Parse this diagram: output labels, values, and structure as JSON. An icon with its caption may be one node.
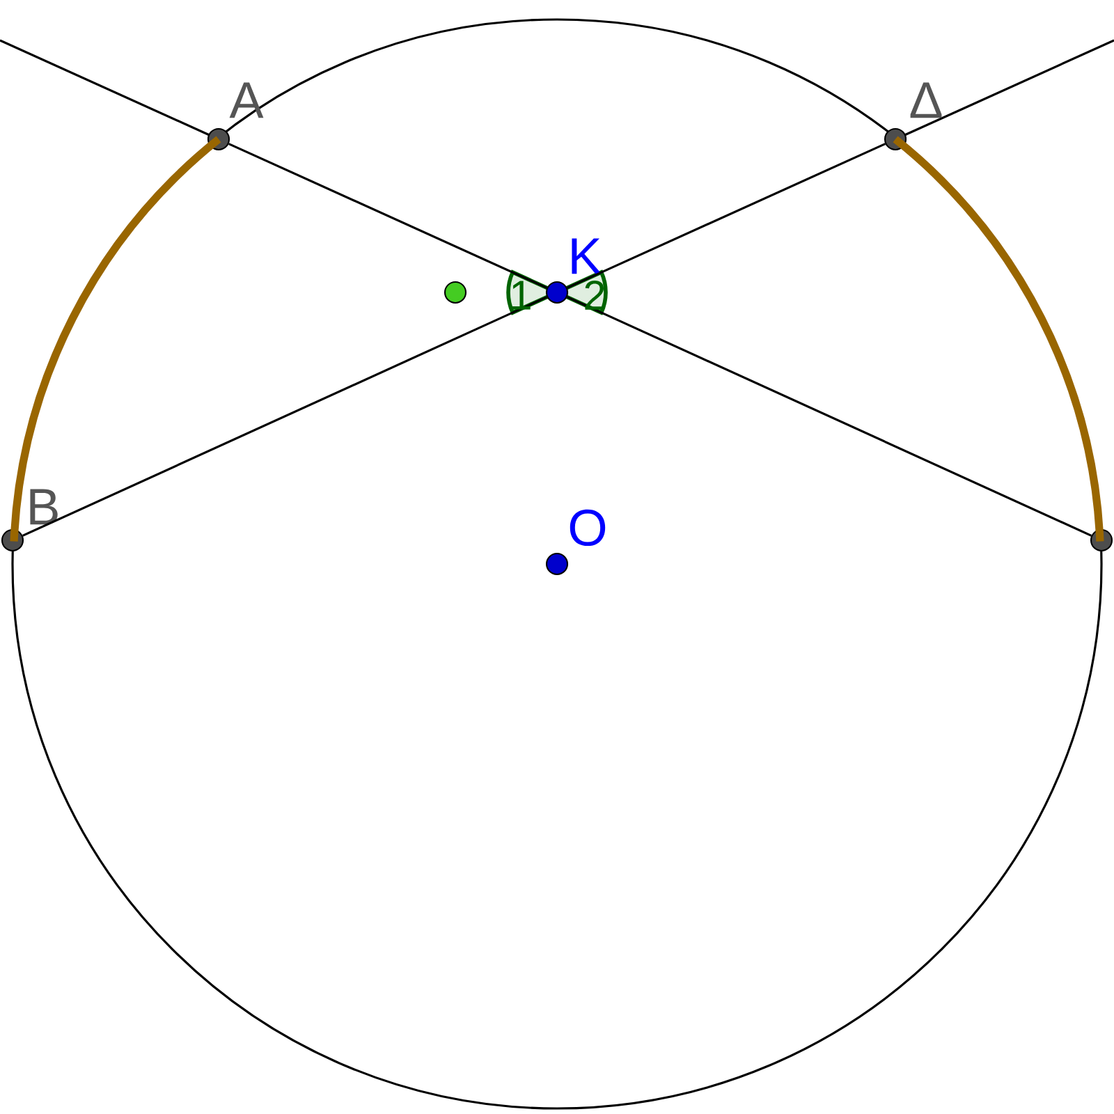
{
  "diagram": {
    "nodes": [
      {
        "text": [
          "A"
        ]
      },
      {
        "text": [
          "Δ"
        ]
      },
      {
        "text": [
          "K"
        ]
      },
      {
        "text": [
          "B"
        ]
      },
      {
        "text": [
          "O"
        ]
      },
      {
        "text": [],
        "shape": "circle"
      },
      {
        "text": [],
        "shape": "circle"
      }
    ],
    "edges": [
      {
        "from": 0,
        "to": 2,
        "arrow": "none"
      },
      {
        "from": 2,
        "to": 5,
        "arrow": "none"
      },
      {
        "from": 3,
        "to": 2,
        "arrow": "none"
      },
      {
        "from": 2,
        "to": 1,
        "arrow": "none"
      },
      {
        "from": 0,
        "to": 3,
        "arrow": "none",
        "style": "thick",
        "color": "#996600"
      },
      {
        "from": 1,
        "to": 5,
        "arrow": "none",
        "style": "thick",
        "color": "#996600"
      }
    ],
    "labels": [
      "1",
      "2"
    ]
  }
}
